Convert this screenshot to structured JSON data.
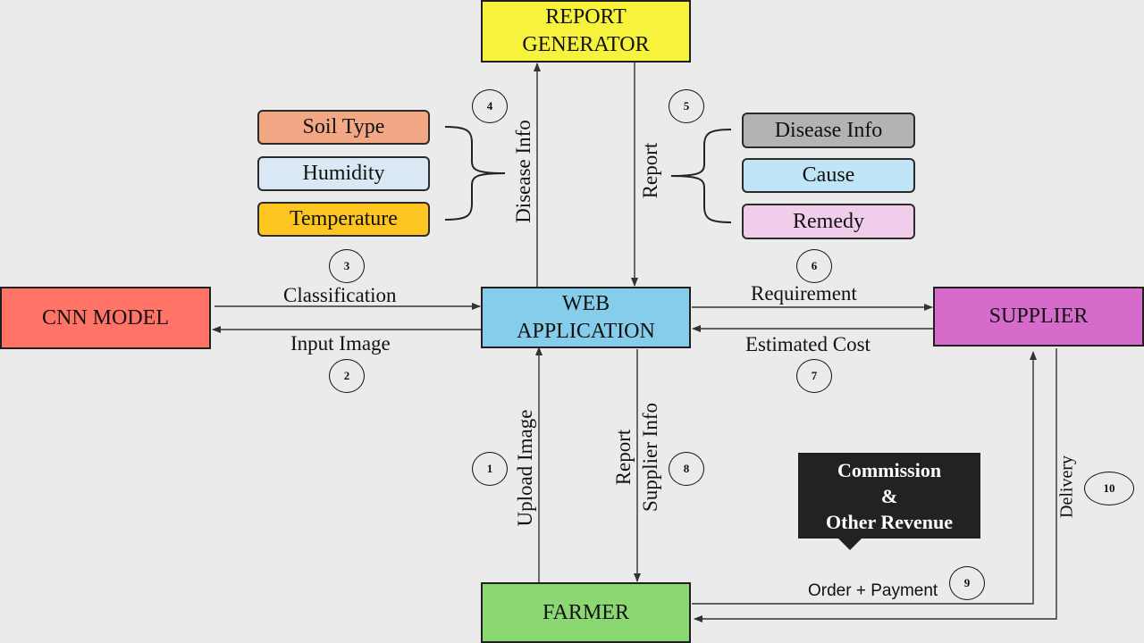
{
  "nodes": {
    "report_generator": {
      "lines": [
        "REPORT",
        "GENERATOR"
      ],
      "color": "#f7f23c"
    },
    "web_application": {
      "lines": [
        "WEB",
        "APPLICATION"
      ],
      "color": "#85cdea"
    },
    "cnn_model": {
      "lines": [
        "CNN MODEL"
      ],
      "color": "#ff7467"
    },
    "supplier": {
      "lines": [
        "SUPPLIER"
      ],
      "color": "#d76bcc"
    },
    "farmer": {
      "lines": [
        "FARMER"
      ],
      "color": "#8bd873"
    }
  },
  "inputs_group": [
    {
      "label": "Soil Type",
      "color": "#f2a885"
    },
    {
      "label": "Humidity",
      "color": "#dae7f5"
    },
    {
      "label": "Temperature",
      "color": "#fcc520"
    }
  ],
  "report_group": [
    {
      "label": "Disease Info",
      "color": "#b3b3b3"
    },
    {
      "label": "Cause",
      "color": "#bfe5f6"
    },
    {
      "label": "Remedy",
      "color": "#f1cdec"
    }
  ],
  "edge_labels": {
    "disease_info": "Disease Info",
    "report": "Report",
    "classification": "Classification",
    "input_image": "Input Image",
    "requirement": "Requirement",
    "estimated_cost": "Estimated Cost",
    "upload_image": "Upload Image",
    "report_supplier_info": [
      "Report",
      "Supplier Info"
    ],
    "order_payment": "Order + Payment",
    "delivery": "Delivery"
  },
  "step_numbers": [
    "1",
    "2",
    "3",
    "4",
    "5",
    "6",
    "7",
    "8",
    "9",
    "10"
  ],
  "revenue_callout": {
    "lines": [
      "Commission",
      "&",
      "Other Revenue"
    ],
    "color": "#222222"
  }
}
